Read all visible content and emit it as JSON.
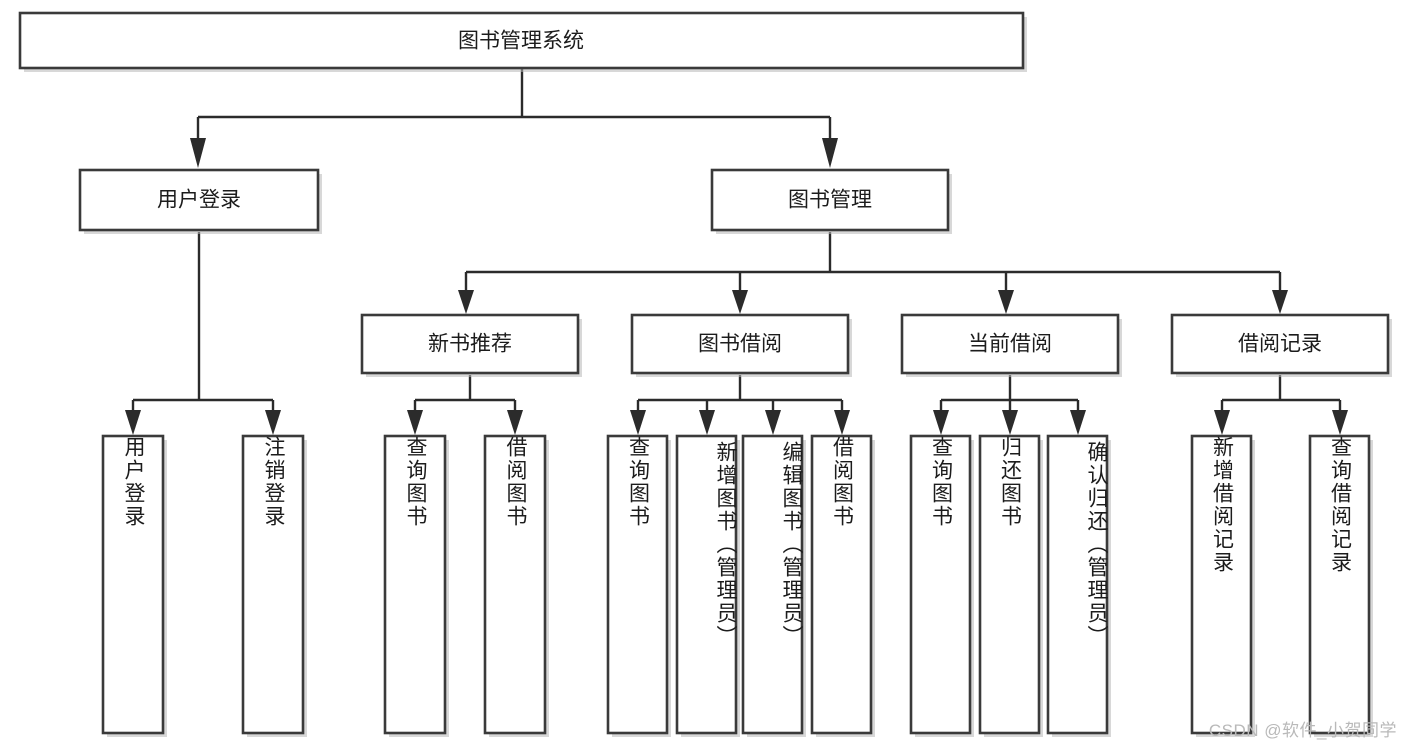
{
  "diagram": {
    "title": "图书管理系统",
    "type": "hierarchy-tree",
    "orientation": "top-down",
    "colors": {
      "box_fill": "#ffffff",
      "box_stroke": "#3a3a3a",
      "connector": "#2b2b2b",
      "text": "#1c1c1c",
      "watermark": "#b9b9b9",
      "background": "#ffffff"
    }
  },
  "nodes": {
    "root": {
      "label": "图书管理系统",
      "level": 1,
      "text_orientation": "horizontal"
    },
    "level2": [
      {
        "id": "user-login",
        "label": "用户登录",
        "text_orientation": "horizontal"
      },
      {
        "id": "book-management",
        "label": "图书管理",
        "text_orientation": "horizontal"
      }
    ],
    "level3": [
      {
        "id": "new-book-recommend",
        "label": "新书推荐",
        "parent": "book-management",
        "text_orientation": "horizontal"
      },
      {
        "id": "book-borrow",
        "label": "图书借阅",
        "parent": "book-management",
        "text_orientation": "horizontal"
      },
      {
        "id": "current-borrow",
        "label": "当前借阅",
        "parent": "book-management",
        "text_orientation": "horizontal"
      },
      {
        "id": "borrow-record",
        "label": "借阅记录",
        "parent": "book-management",
        "text_orientation": "horizontal"
      }
    ],
    "leaves": [
      {
        "id": "leaf-user-login",
        "label": "用户登录",
        "parent": "user-login",
        "text_orientation": "vertical"
      },
      {
        "id": "leaf-logout",
        "label": "注销登录",
        "parent": "user-login",
        "text_orientation": "vertical"
      },
      {
        "id": "leaf-query-book-1",
        "label": "查询图书",
        "parent": "new-book-recommend",
        "text_orientation": "vertical"
      },
      {
        "id": "leaf-borrow-book-1",
        "label": "借阅图书",
        "parent": "new-book-recommend",
        "text_orientation": "vertical"
      },
      {
        "id": "leaf-query-book-2",
        "label": "查询图书",
        "parent": "book-borrow",
        "text_orientation": "vertical"
      },
      {
        "id": "leaf-add-book",
        "label": "新增图书（管理员）",
        "parent": "book-borrow",
        "text_orientation": "vertical"
      },
      {
        "id": "leaf-edit-book",
        "label": "编辑图书（管理员）",
        "parent": "book-borrow",
        "text_orientation": "vertical"
      },
      {
        "id": "leaf-borrow-book-2",
        "label": "借阅图书",
        "parent": "book-borrow",
        "text_orientation": "vertical"
      },
      {
        "id": "leaf-query-book-3",
        "label": "查询图书",
        "parent": "current-borrow",
        "text_orientation": "vertical"
      },
      {
        "id": "leaf-return-book",
        "label": "归还图书",
        "parent": "current-borrow",
        "text_orientation": "vertical"
      },
      {
        "id": "leaf-confirm-return",
        "label": "确认归还（管理员）",
        "parent": "current-borrow",
        "text_orientation": "vertical"
      },
      {
        "id": "leaf-add-record",
        "label": "新增借阅记录",
        "parent": "borrow-record",
        "text_orientation": "vertical"
      },
      {
        "id": "leaf-query-record",
        "label": "查询借阅记录",
        "parent": "borrow-record",
        "text_orientation": "vertical"
      }
    ]
  },
  "watermark": {
    "text": "CSDN @软件_小贺同学"
  }
}
